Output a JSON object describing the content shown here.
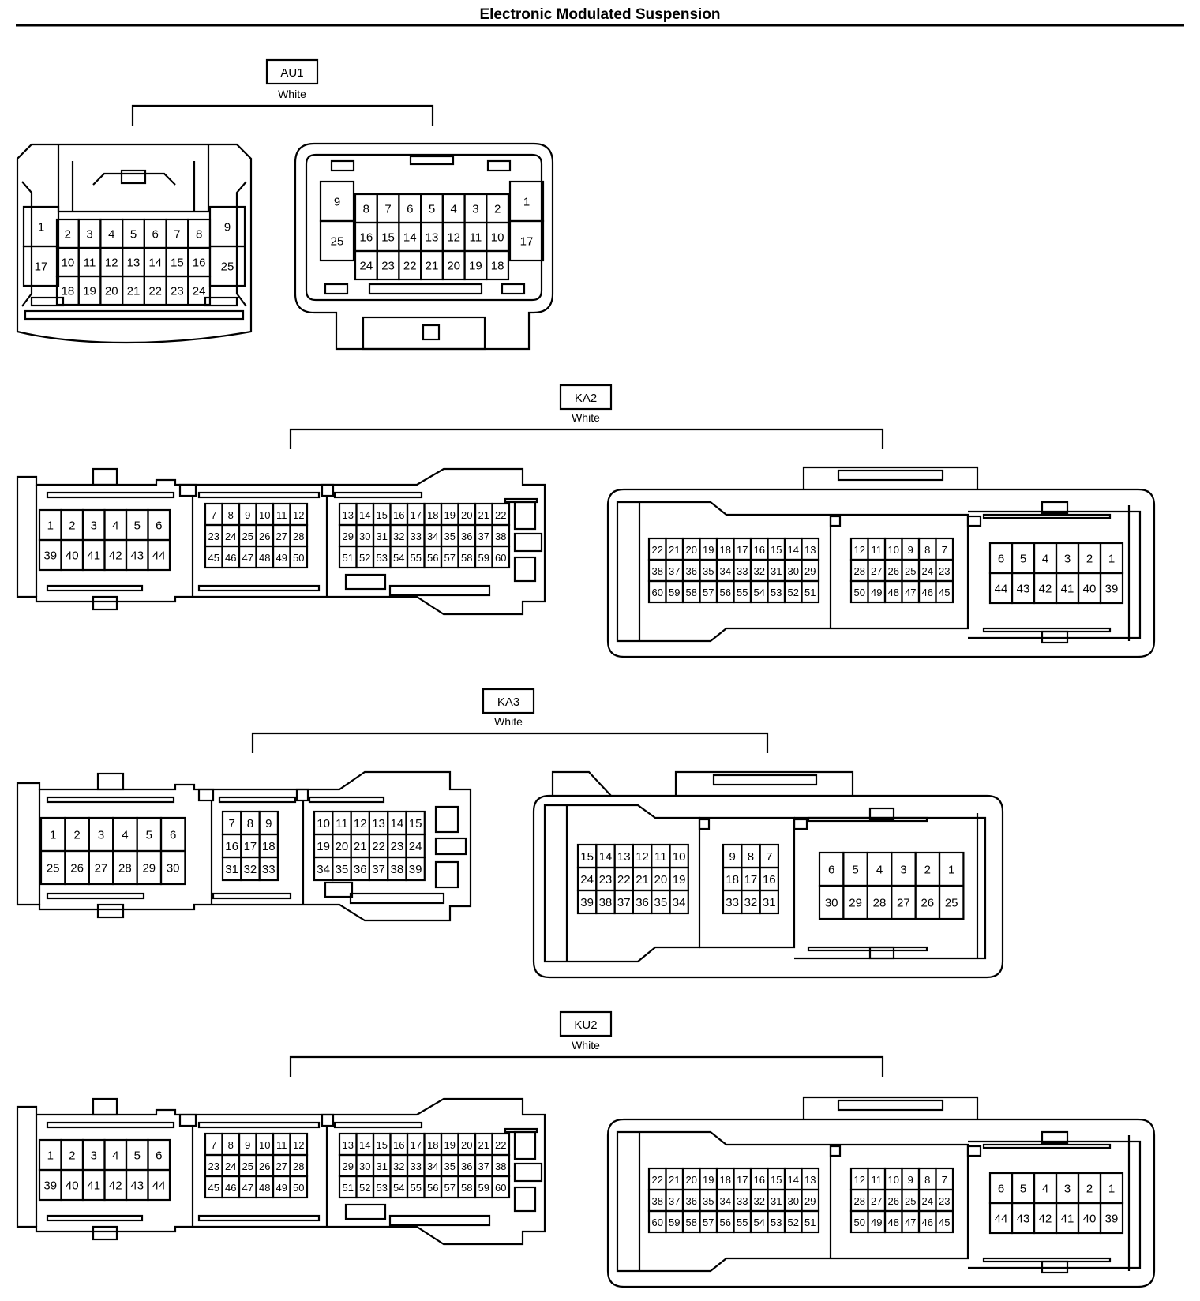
{
  "title": "Electronic Modulated Suspension",
  "connectors": [
    {
      "id": "AU1",
      "color": "White",
      "views": [
        {
          "name": "au1-left-view",
          "blocks": [
            {
              "grid": [
                [
                  "1"
                ],
                [
                  "17"
                ]
              ]
            },
            {
              "grid": [
                [
                  "2",
                  "3",
                  "4",
                  "5",
                  "6",
                  "7",
                  "8"
                ],
                [
                  "10",
                  "11",
                  "12",
                  "13",
                  "14",
                  "15",
                  "16"
                ],
                [
                  "18",
                  "19",
                  "20",
                  "21",
                  "22",
                  "23",
                  "24"
                ]
              ]
            },
            {
              "grid": [
                [
                  "9"
                ],
                [
                  "25"
                ]
              ]
            }
          ]
        },
        {
          "name": "au1-right-view",
          "blocks": [
            {
              "grid": [
                [
                  "9"
                ],
                [
                  "25"
                ]
              ]
            },
            {
              "grid": [
                [
                  "8",
                  "7",
                  "6",
                  "5",
                  "4",
                  "3",
                  "2"
                ],
                [
                  "16",
                  "15",
                  "14",
                  "13",
                  "12",
                  "11",
                  "10"
                ],
                [
                  "24",
                  "23",
                  "22",
                  "21",
                  "20",
                  "19",
                  "18"
                ]
              ]
            },
            {
              "grid": [
                [
                  "1"
                ],
                [
                  "17"
                ]
              ]
            }
          ]
        }
      ]
    },
    {
      "id": "KA2",
      "color": "White",
      "views": [
        {
          "name": "ka2-left-view",
          "blocks": [
            {
              "grid": [
                [
                  "1",
                  "2",
                  "3",
                  "4",
                  "5",
                  "6"
                ],
                [
                  "39",
                  "40",
                  "41",
                  "42",
                  "43",
                  "44"
                ]
              ]
            },
            {
              "grid": [
                [
                  "7",
                  "8",
                  "9",
                  "10",
                  "11",
                  "12"
                ],
                [
                  "23",
                  "24",
                  "25",
                  "26",
                  "27",
                  "28"
                ],
                [
                  "45",
                  "46",
                  "47",
                  "48",
                  "49",
                  "50"
                ]
              ]
            },
            {
              "grid": [
                [
                  "13",
                  "14",
                  "15",
                  "16",
                  "17",
                  "18",
                  "19",
                  "20",
                  "21",
                  "22"
                ],
                [
                  "29",
                  "30",
                  "31",
                  "32",
                  "33",
                  "34",
                  "35",
                  "36",
                  "37",
                  "38"
                ],
                [
                  "51",
                  "52",
                  "53",
                  "54",
                  "55",
                  "56",
                  "57",
                  "58",
                  "59",
                  "60"
                ]
              ]
            }
          ]
        },
        {
          "name": "ka2-right-view",
          "blocks": [
            {
              "grid": [
                [
                  "22",
                  "21",
                  "20",
                  "19",
                  "18",
                  "17",
                  "16",
                  "15",
                  "14",
                  "13"
                ],
                [
                  "38",
                  "37",
                  "36",
                  "35",
                  "34",
                  "33",
                  "32",
                  "31",
                  "30",
                  "29"
                ],
                [
                  "60",
                  "59",
                  "58",
                  "57",
                  "56",
                  "55",
                  "54",
                  "53",
                  "52",
                  "51"
                ]
              ]
            },
            {
              "grid": [
                [
                  "12",
                  "11",
                  "10",
                  "9",
                  "8",
                  "7"
                ],
                [
                  "28",
                  "27",
                  "26",
                  "25",
                  "24",
                  "23"
                ],
                [
                  "50",
                  "49",
                  "48",
                  "47",
                  "46",
                  "45"
                ]
              ]
            },
            {
              "grid": [
                [
                  "6",
                  "5",
                  "4",
                  "3",
                  "2",
                  "1"
                ],
                [
                  "44",
                  "43",
                  "42",
                  "41",
                  "40",
                  "39"
                ]
              ]
            }
          ]
        }
      ]
    },
    {
      "id": "KA3",
      "color": "White",
      "views": [
        {
          "name": "ka3-left-view",
          "blocks": [
            {
              "grid": [
                [
                  "1",
                  "2",
                  "3",
                  "4",
                  "5",
                  "6"
                ],
                [
                  "25",
                  "26",
                  "27",
                  "28",
                  "29",
                  "30"
                ]
              ]
            },
            {
              "grid": [
                [
                  "7",
                  "8",
                  "9"
                ],
                [
                  "16",
                  "17",
                  "18"
                ],
                [
                  "31",
                  "32",
                  "33"
                ]
              ]
            },
            {
              "grid": [
                [
                  "10",
                  "11",
                  "12",
                  "13",
                  "14",
                  "15"
                ],
                [
                  "19",
                  "20",
                  "21",
                  "22",
                  "23",
                  "24"
                ],
                [
                  "34",
                  "35",
                  "36",
                  "37",
                  "38",
                  "39"
                ]
              ]
            }
          ]
        },
        {
          "name": "ka3-right-view",
          "blocks": [
            {
              "grid": [
                [
                  "15",
                  "14",
                  "13",
                  "12",
                  "11",
                  "10"
                ],
                [
                  "24",
                  "23",
                  "22",
                  "21",
                  "20",
                  "19"
                ],
                [
                  "39",
                  "38",
                  "37",
                  "36",
                  "35",
                  "34"
                ]
              ]
            },
            {
              "grid": [
                [
                  "9",
                  "8",
                  "7"
                ],
                [
                  "18",
                  "17",
                  "16"
                ],
                [
                  "33",
                  "32",
                  "31"
                ]
              ]
            },
            {
              "grid": [
                [
                  "6",
                  "5",
                  "4",
                  "3",
                  "2",
                  "1"
                ],
                [
                  "30",
                  "29",
                  "28",
                  "27",
                  "26",
                  "25"
                ]
              ]
            }
          ]
        }
      ]
    },
    {
      "id": "KU2",
      "color": "White",
      "views": [
        {
          "name": "ku2-left-view",
          "blocks": [
            {
              "grid": [
                [
                  "1",
                  "2",
                  "3",
                  "4",
                  "5",
                  "6"
                ],
                [
                  "39",
                  "40",
                  "41",
                  "42",
                  "43",
                  "44"
                ]
              ]
            },
            {
              "grid": [
                [
                  "7",
                  "8",
                  "9",
                  "10",
                  "11",
                  "12"
                ],
                [
                  "23",
                  "24",
                  "25",
                  "26",
                  "27",
                  "28"
                ],
                [
                  "45",
                  "46",
                  "47",
                  "48",
                  "49",
                  "50"
                ]
              ]
            },
            {
              "grid": [
                [
                  "13",
                  "14",
                  "15",
                  "16",
                  "17",
                  "18",
                  "19",
                  "20",
                  "21",
                  "22"
                ],
                [
                  "29",
                  "30",
                  "31",
                  "32",
                  "33",
                  "34",
                  "35",
                  "36",
                  "37",
                  "38"
                ],
                [
                  "51",
                  "52",
                  "53",
                  "54",
                  "55",
                  "56",
                  "57",
                  "58",
                  "59",
                  "60"
                ]
              ]
            }
          ]
        },
        {
          "name": "ku2-right-view",
          "blocks": [
            {
              "grid": [
                [
                  "22",
                  "21",
                  "20",
                  "19",
                  "18",
                  "17",
                  "16",
                  "15",
                  "14",
                  "13"
                ],
                [
                  "38",
                  "37",
                  "36",
                  "35",
                  "34",
                  "33",
                  "32",
                  "31",
                  "30",
                  "29"
                ],
                [
                  "60",
                  "59",
                  "58",
                  "57",
                  "56",
                  "55",
                  "54",
                  "53",
                  "52",
                  "51"
                ]
              ]
            },
            {
              "grid": [
                [
                  "12",
                  "11",
                  "10",
                  "9",
                  "8",
                  "7"
                ],
                [
                  "28",
                  "27",
                  "26",
                  "25",
                  "24",
                  "23"
                ],
                [
                  "50",
                  "49",
                  "48",
                  "47",
                  "46",
                  "45"
                ]
              ]
            },
            {
              "grid": [
                [
                  "6",
                  "5",
                  "4",
                  "3",
                  "2",
                  "1"
                ],
                [
                  "44",
                  "43",
                  "42",
                  "41",
                  "40",
                  "39"
                ]
              ]
            }
          ]
        }
      ]
    }
  ]
}
